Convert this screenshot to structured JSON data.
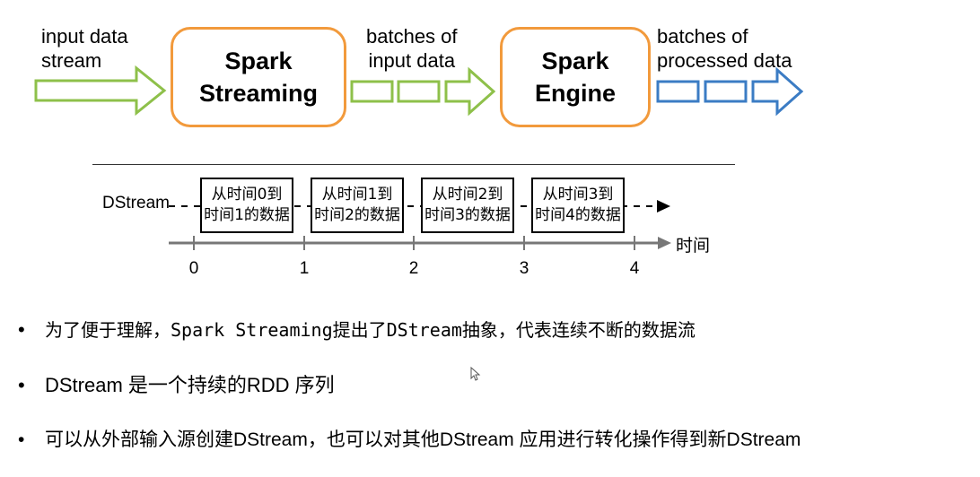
{
  "top_flow": {
    "input_label": [
      "input data",
      "stream"
    ],
    "box1": [
      "Spark",
      "Streaming"
    ],
    "batches_label": [
      "batches of",
      "input data"
    ],
    "box2": [
      "Spark",
      "Engine"
    ],
    "processed_label": [
      "batches of",
      "processed data"
    ],
    "colors": {
      "green": "#8ec04a",
      "blue": "#3b7cc4",
      "orange": "#f29a3c"
    }
  },
  "dstream": {
    "label": "DStream",
    "segments": [
      [
        "从时间0到",
        "时间1的数据"
      ],
      [
        "从时间1到",
        "时间2的数据"
      ],
      [
        "从时间2到",
        "时间3的数据"
      ],
      [
        "从时间3到",
        "时间4的数据"
      ]
    ],
    "ticks": [
      "0",
      "1",
      "2",
      "3",
      "4"
    ],
    "axis_label": "时间"
  },
  "bullets": [
    {
      "text": "为了便于理解，Spark Streaming提出了DStream抽象，代表连续不断的数据流"
    },
    {
      "text": "DStream 是一个持续的RDD 序列"
    },
    {
      "text": "可以从外部输入源创建DStream，也可以对其他DStream 应用进行转化操作得到新DStream"
    }
  ]
}
